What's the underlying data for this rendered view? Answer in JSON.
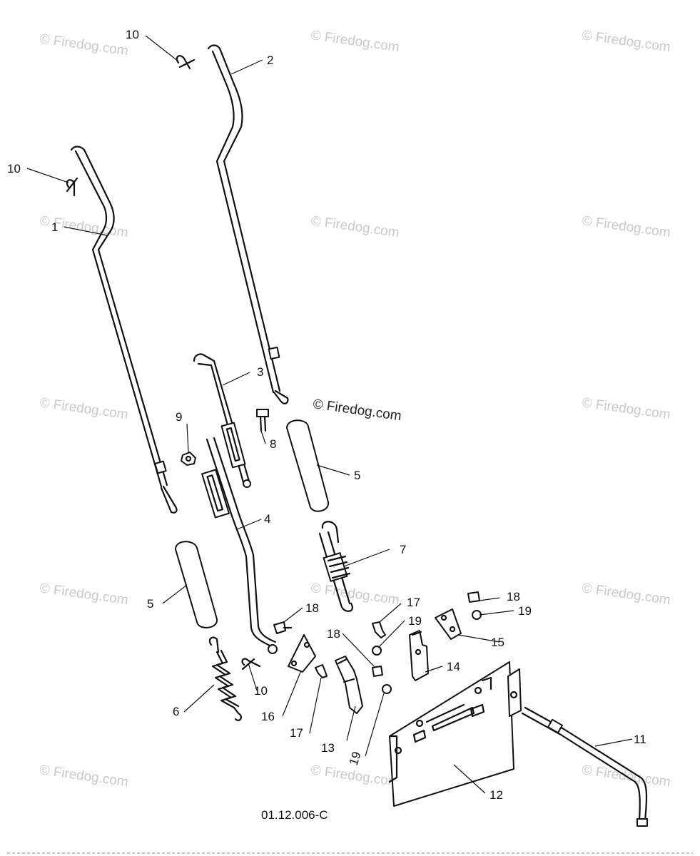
{
  "diagram_code": "01.12.006-C",
  "watermark_center": "© Firedog.com",
  "watermark_faint": "© Firedog.com",
  "callouts": {
    "c1": "1",
    "c2": "2",
    "c3": "3",
    "c4": "4",
    "c5a": "5",
    "c5b": "5",
    "c6": "6",
    "c7": "7",
    "c8": "8",
    "c9": "9",
    "c10a": "10",
    "c10b": "10",
    "c10c": "10",
    "c11": "11",
    "c12": "12",
    "c13": "13",
    "c14": "14",
    "c15": "15",
    "c16": "16",
    "c17a": "17",
    "c17b": "17",
    "c18a": "18",
    "c18b": "18",
    "c18c": "18",
    "c19a": "19",
    "c19b": "19",
    "c19c": "19"
  }
}
